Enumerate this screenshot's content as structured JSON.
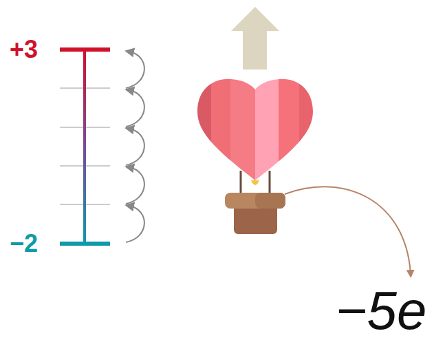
{
  "diagram": {
    "labels": [
      "+3",
      "−2",
      "−5e"
    ]
  }
}
